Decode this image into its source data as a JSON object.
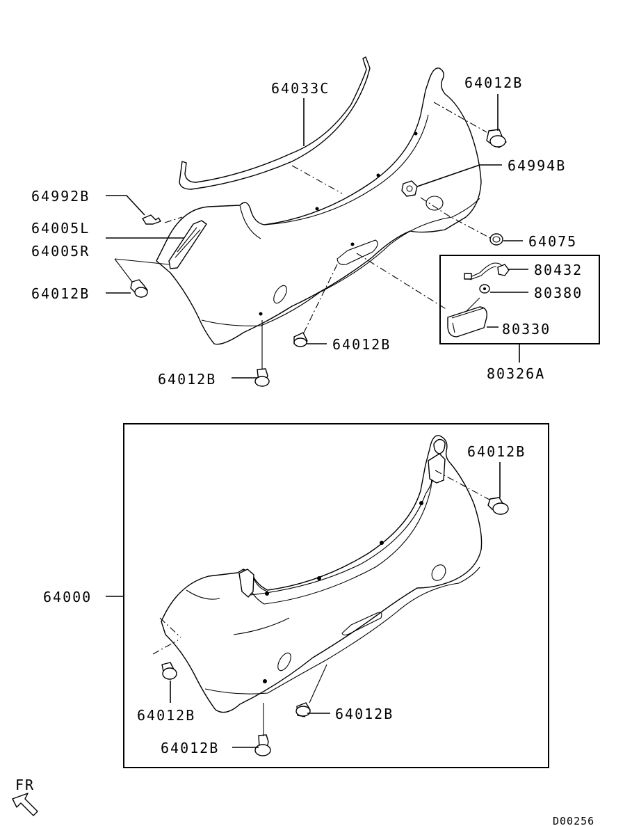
{
  "diagram": {
    "labels": {
      "p64033C": "64033C",
      "p64012B_top": "64012B",
      "p64994B": "64994B",
      "p64992B": "64992B",
      "p64005L": "64005L",
      "p64005R": "64005R",
      "p64075": "64075",
      "p80432": "80432",
      "p80380": "80380",
      "p80330": "80330",
      "p64012B_left": "64012B",
      "p64012B_mid": "64012B",
      "p64012B_bottom": "64012B",
      "p80326A": "80326A",
      "p64012B_box_right": "64012B",
      "p64000": "64000",
      "p64012B_box_left": "64012B",
      "p64012B_box_mid": "64012B",
      "p64012B_box_bottom": "64012B",
      "fr": "FR",
      "drawing_id": "D00256"
    }
  }
}
